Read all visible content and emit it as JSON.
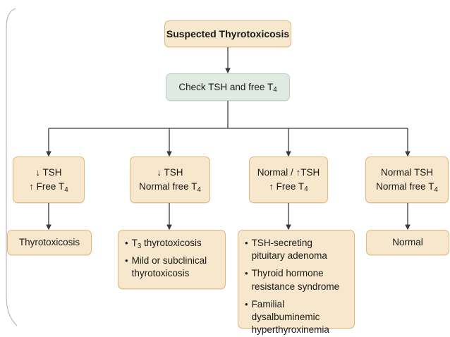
{
  "diagram": {
    "title_node": {
      "label": "Suspected Thyrotoxicosis"
    },
    "test_node": {
      "label_prefix": "Check TSH and free T",
      "label_sub": "4"
    },
    "colors": {
      "node_fill": "#f7e7cd",
      "node_border": "#e2b87e",
      "test_fill": "#dfeae2",
      "test_border": "#bcd2c1",
      "connector": "#3a3a3a",
      "background": "#ffffff",
      "text": "#1a1a1a"
    },
    "branches": [
      {
        "condition": {
          "line1_arrow": "↓",
          "line1_text": "TSH",
          "line2_arrow": "↑",
          "line2_text": "Free T",
          "line2_sub": "4"
        },
        "outcome": {
          "type": "plain",
          "label": "Thyrotoxicosis"
        }
      },
      {
        "condition": {
          "line1_arrow": "↓",
          "line1_text": "TSH",
          "line2_arrow": "",
          "line2_text": "Normal free T",
          "line2_sub": "4"
        },
        "outcome": {
          "type": "bullets",
          "items": [
            {
              "prefix": "T",
              "sub": "3",
              "suffix": " thyrotoxicosis"
            },
            {
              "prefix": "",
              "sub": "",
              "suffix": "Mild or subclinical thyrotoxicosis"
            }
          ]
        }
      },
      {
        "condition": {
          "line1_arrow": "",
          "line1_text": "Normal / ↑TSH",
          "line2_arrow": "↑",
          "line2_text": "Free T",
          "line2_sub": "4"
        },
        "outcome": {
          "type": "bullets",
          "items": [
            {
              "prefix": "",
              "sub": "",
              "suffix": "TSH-secreting pituitary adenoma"
            },
            {
              "prefix": "",
              "sub": "",
              "suffix": "Thyroid hormone resistance syndrome"
            },
            {
              "prefix": "",
              "sub": "",
              "suffix": "Familial dysalbuminemic hyperthyroxinemia"
            }
          ]
        }
      },
      {
        "condition": {
          "line1_arrow": "",
          "line1_text": "Normal TSH",
          "line2_arrow": "",
          "line2_text": "Normal free T",
          "line2_sub": "4"
        },
        "outcome": {
          "type": "plain",
          "label": "Normal"
        }
      }
    ]
  }
}
